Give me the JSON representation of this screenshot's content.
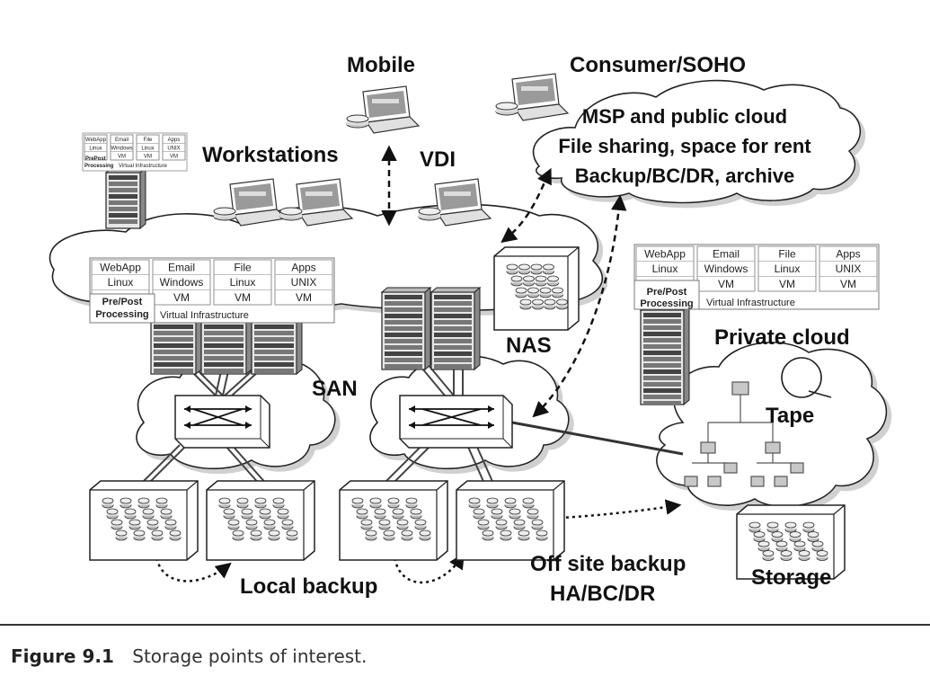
{
  "labels": {
    "mobile": "Mobile",
    "consumer_soho": "Consumer/SOHO",
    "workstations": "Workstations",
    "vdi": "VDI",
    "nas": "NAS",
    "san": "SAN",
    "private_cloud": "Private cloud",
    "tape": "Tape",
    "storage": "Storage",
    "local_backup": "Local backup",
    "offsite_backup_line1": "Off site backup",
    "offsite_backup_line2": "HA/BC/DR"
  },
  "public_cloud": {
    "line1": "MSP and public cloud",
    "line2": "File sharing, space for rent",
    "line3": "Backup/BC/DR, archive"
  },
  "vm_panel": {
    "apps": [
      {
        "app": "WebApp",
        "os": "Linux",
        "vm": "VM"
      },
      {
        "app": "Email",
        "os": "Windows",
        "vm": "VM"
      },
      {
        "app": "File",
        "os": "Linux",
        "vm": "VM"
      },
      {
        "app": "Apps",
        "os": "UNIX",
        "vm": "VM"
      }
    ],
    "prepost": "Pre/Post",
    "processing": "Processing",
    "virtual_infrastructure": "Virtual Infrastructure"
  },
  "small_vm_panel": {
    "apps": [
      {
        "app": "WebApp",
        "os": "Linux",
        "vm": ""
      },
      {
        "app": "Email",
        "os": "Windows",
        "vm": "VM"
      },
      {
        "app": "File",
        "os": "Linux",
        "vm": "VM"
      },
      {
        "app": "Apps",
        "os": "UNIX",
        "vm": "VM"
      }
    ],
    "prepost": "PrePost",
    "processing": "Processing",
    "virtual_infrastructure": "Virtual Infrastructure"
  },
  "caption": {
    "figure": "Figure 9.1",
    "text": "Storage points of interest."
  }
}
